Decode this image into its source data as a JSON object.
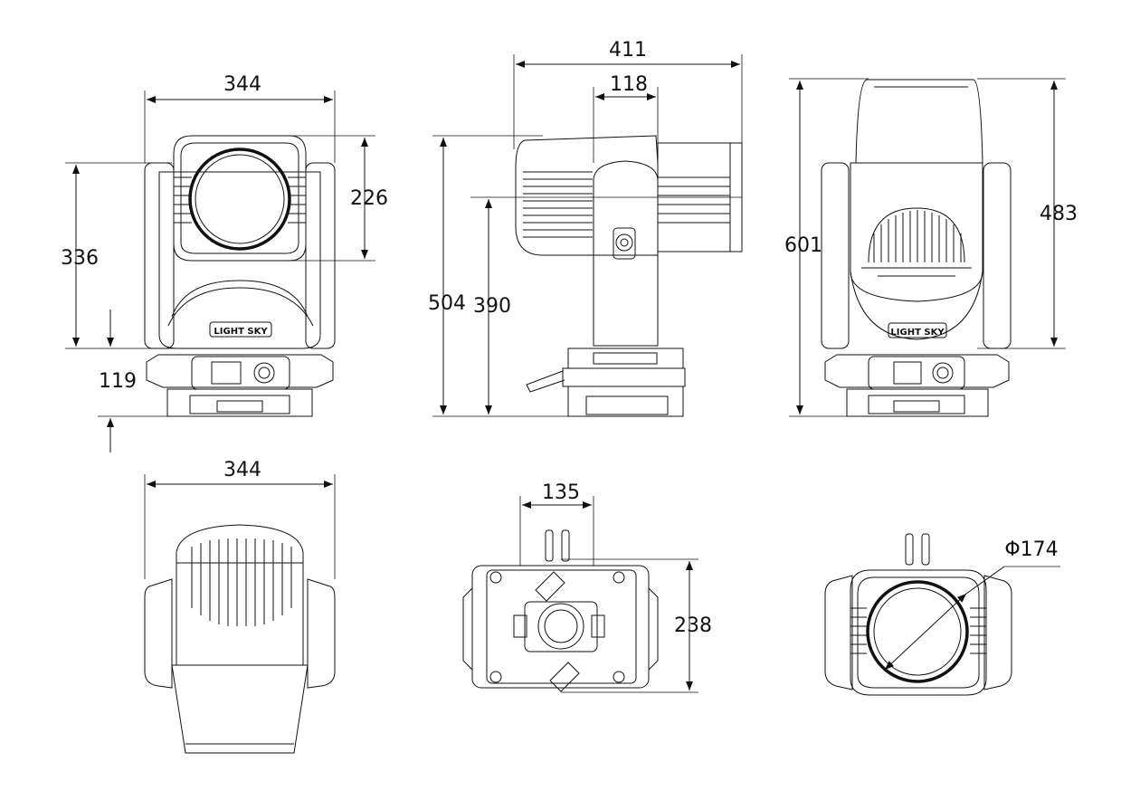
{
  "brand_label": "LIGHT SKY",
  "dimensions": {
    "front_width": "344",
    "front_height": "336",
    "front_lens_height": "226",
    "front_base_height": "119",
    "side_width": "411",
    "side_arm_width": "118",
    "side_total_height": "504",
    "side_pivot_height": "390",
    "back_total_height": "601",
    "back_head_height": "483",
    "top_width": "344",
    "bottom_clamp_width": "135",
    "bottom_depth": "238",
    "lens_diameter": "Φ174"
  }
}
